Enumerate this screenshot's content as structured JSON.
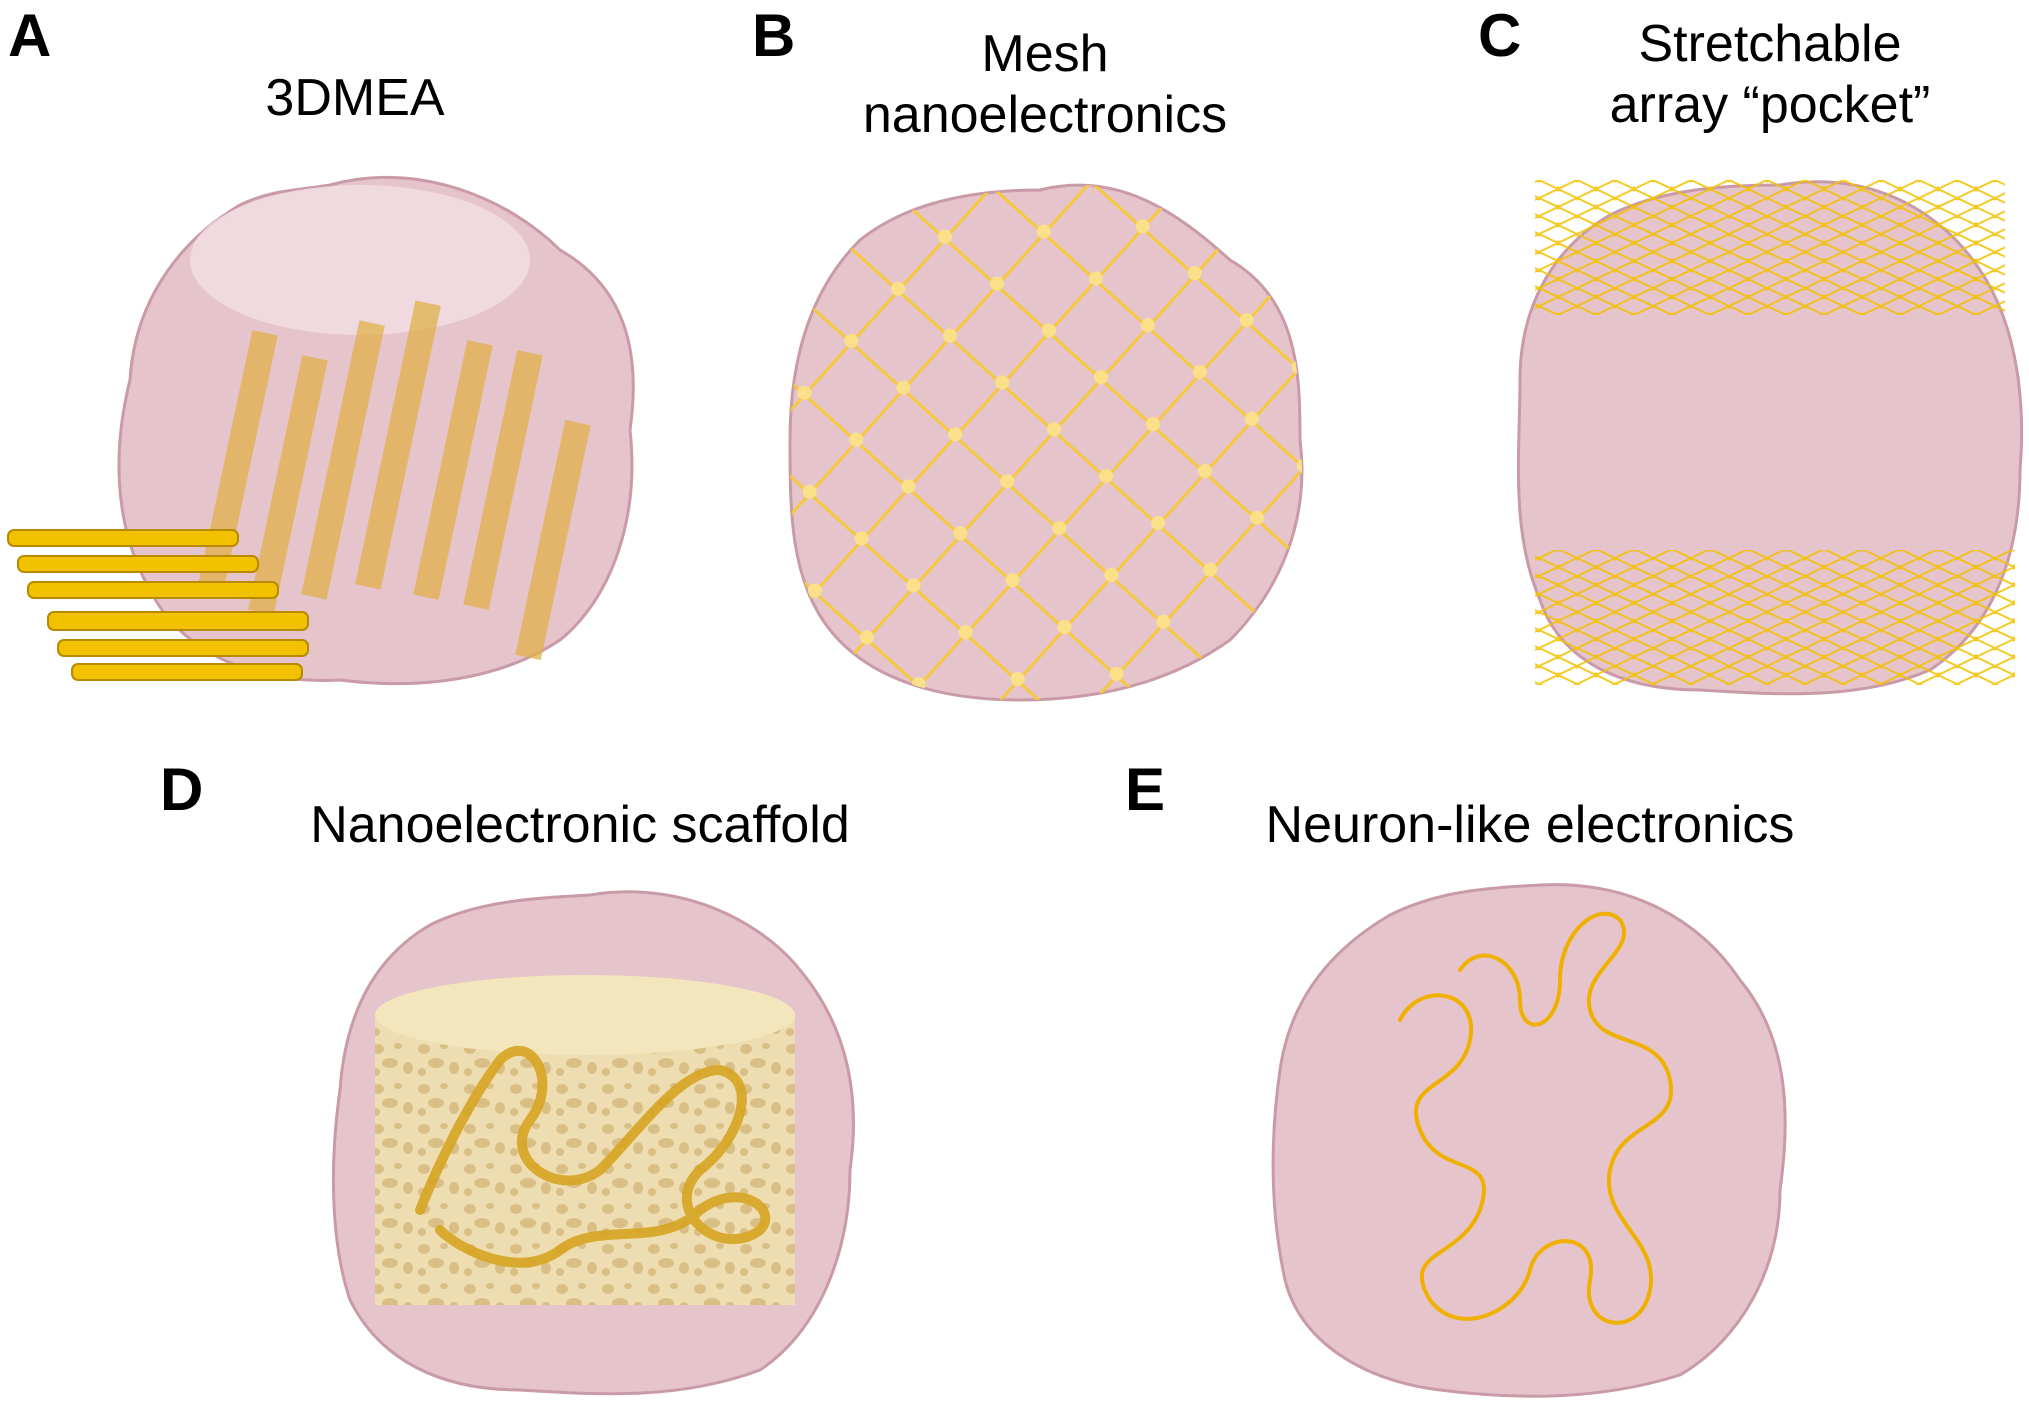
{
  "panels": [
    {
      "letter": "A",
      "title_lines": [
        "3DMEA"
      ]
    },
    {
      "letter": "B",
      "title_lines": [
        "Mesh",
        "nanoelectronics"
      ]
    },
    {
      "letter": "C",
      "title_lines": [
        "Stretchable",
        "array “pocket”"
      ]
    },
    {
      "letter": "D",
      "title_lines": [
        "Nanoelectronic scaffold"
      ]
    },
    {
      "letter": "E",
      "title_lines": [
        "Neuron-like electronics"
      ]
    }
  ],
  "colors": {
    "organoid_fill": "#e6c4cc",
    "organoid_highlight": "#f2dfe3",
    "organoid_outline": "#c99aa7",
    "electrode_gold": "#f2c200",
    "mesh_gold": "#f6c93a",
    "scaffold_fill": "#efe0b0",
    "scaffold_wire": "#d6a422"
  }
}
